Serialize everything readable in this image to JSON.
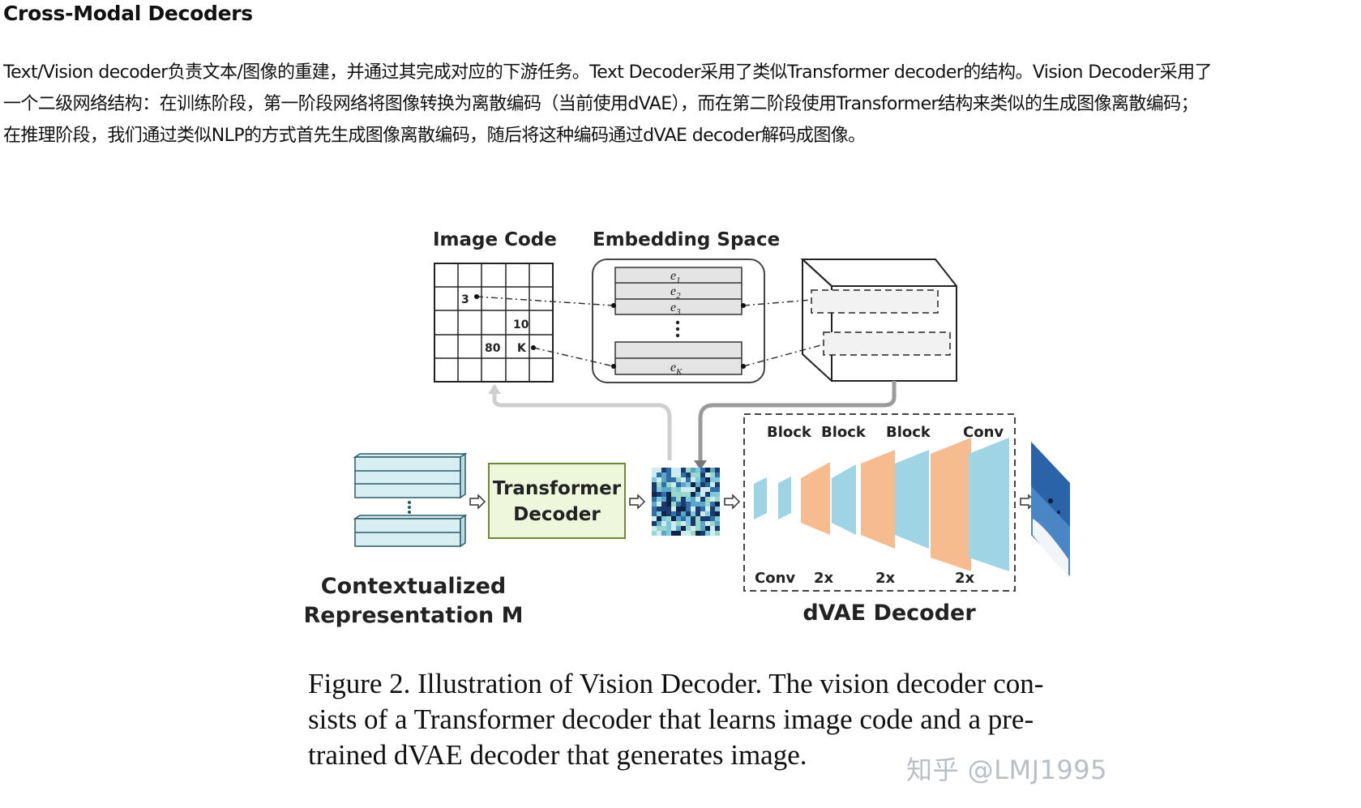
{
  "heading": "Cross-Modal Decoders",
  "paragraph": {
    "line1": "Text/Vision decoder负责文本/图像的重建，并通过其完成对应的下游任务。Text Decoder采用了类似Transformer decoder的结构。Vision Decoder采用了",
    "line2": "一个二级网络结构：在训练阶段，第一阶段网络将图像转换为离散编码（当前使用dVAE），而在第二阶段使用Transformer结构来类似的生成图像离散编码；",
    "line3": "在推理阶段，我们通过类似NLP的方式首先生成图像离散编码，随后将这种编码通过dVAE decoder解码成图像。"
  },
  "figure": {
    "image_code_title": "Image Code",
    "embedding_space_title": "Embedding Space",
    "grid_values": {
      "v3": "3",
      "v10": "10",
      "v80": "80",
      "vK": "K"
    },
    "embedding_labels": {
      "e1": "e",
      "e1_sub": "1",
      "e2": "e",
      "e2_sub": "2",
      "e3": "e",
      "e3_sub": "3",
      "eK": "e",
      "eK_sub": "K"
    },
    "transformer_decoder_line1": "Transformer",
    "transformer_decoder_line2": "Decoder",
    "contextualized_line1": "Contextualized",
    "contextualized_line2": "Representation M",
    "block_labels_top": [
      "Block",
      "Block",
      "Block",
      "Conv"
    ],
    "block_labels_bottom": [
      "Conv",
      "2x",
      "2x",
      "2x"
    ],
    "dvae_decoder_title": "dVAE Decoder",
    "colors": {
      "teal": "#9fd4e4",
      "orange": "#f6bb8e",
      "green_box": "#eef6dc",
      "mosaic_a": "#1b3a6e",
      "mosaic_b": "#7ec8dc"
    }
  },
  "caption": {
    "line1": "Figure 2. Illustration of Vision Decoder. The vision decoder con-",
    "line2": "sists of a Transformer decoder that learns image code and a pre-",
    "line3": "trained dVAE decoder that generates image."
  },
  "watermark": "知乎 @LMJ1995"
}
